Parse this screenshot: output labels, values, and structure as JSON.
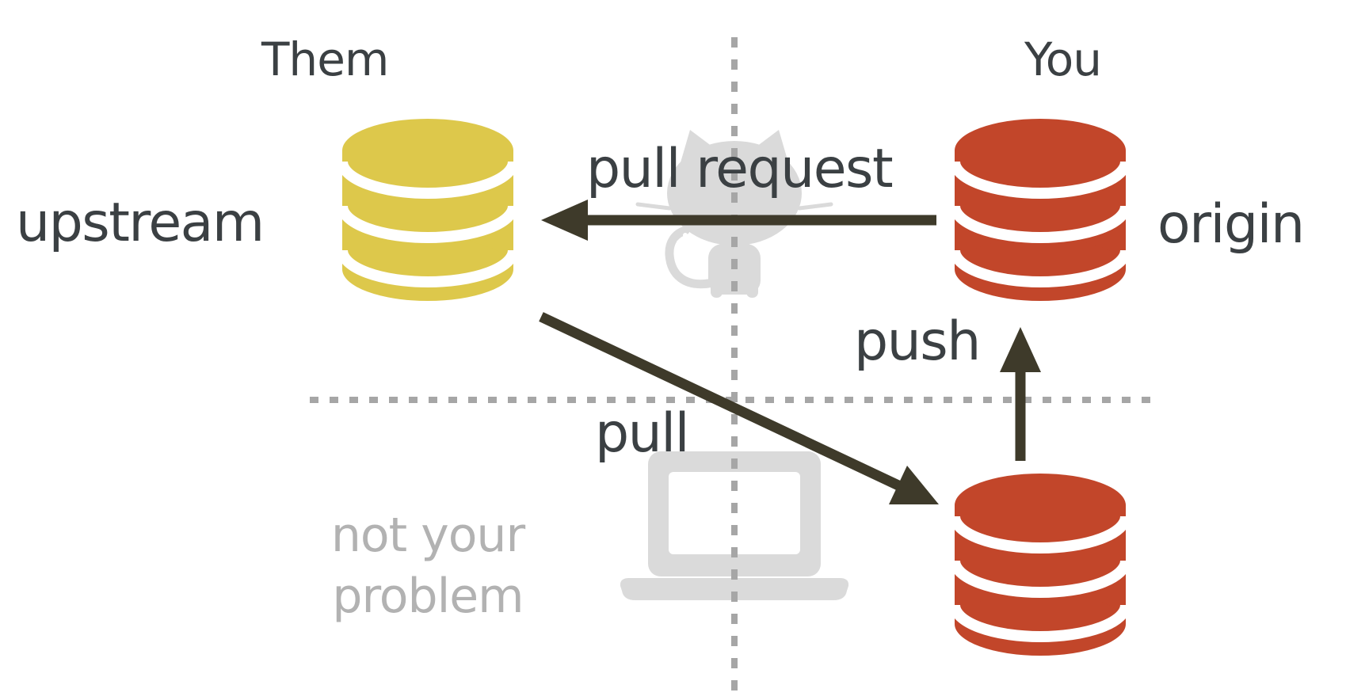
{
  "labels": {
    "them": "Them",
    "you": "You",
    "upstream": "upstream",
    "origin": "origin",
    "pull_request": "pull request",
    "push": "push",
    "pull": "pull",
    "note_line1": "not your",
    "note_line2": "problem"
  },
  "icons": {
    "upstream": "database-icon",
    "origin": "database-icon",
    "local": "database-icon",
    "top_center_watermark": "github-octocat-icon",
    "bottom_center_watermark": "laptop-icon"
  },
  "colors": {
    "background": "#ffffff",
    "label_dark": "#3b4043",
    "note_gray": "#b2b2b2",
    "arrow": "#3e3a2a",
    "dashed_line": "#a6a6a6",
    "upstream_db": "#ddc84b",
    "origin_db": "#c2462a",
    "local_db": "#c2462a",
    "watermark": "#dadada"
  }
}
